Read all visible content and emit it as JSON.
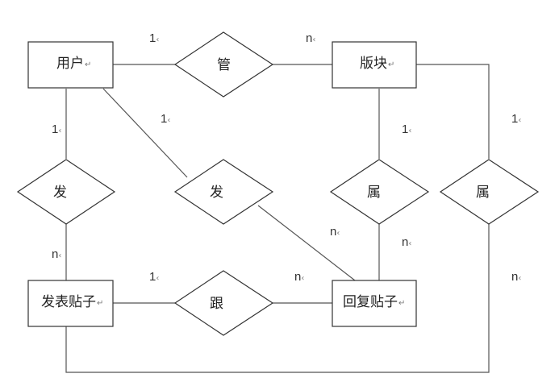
{
  "entities": {
    "user": "用户",
    "board": "版块",
    "post": "发表贴子",
    "reply": "回复贴子"
  },
  "relationships": {
    "manage": "管",
    "user_post": "发",
    "user_reply": "发",
    "reply_board": "属",
    "post_board": "属",
    "follow": "跟"
  },
  "cardinalities": {
    "one": "1",
    "many": "n"
  },
  "paragraph_mark": "↵",
  "small_mark": "‹"
}
